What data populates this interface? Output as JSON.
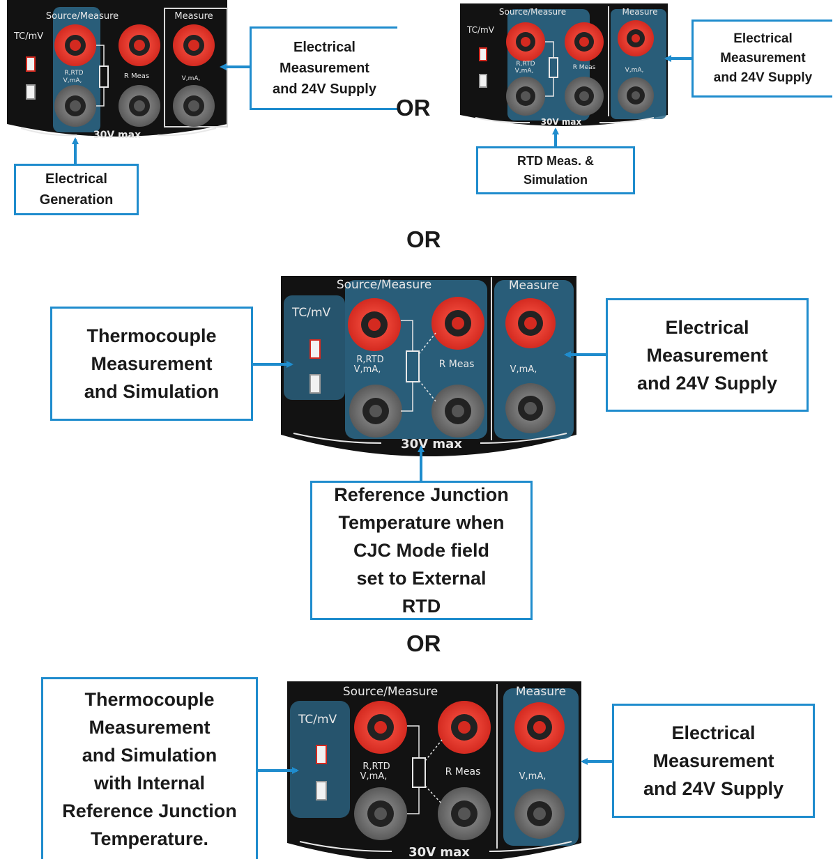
{
  "panel": {
    "source_measure": "Source/Measure",
    "measure": "Measure",
    "tc_mv": "TC/mV",
    "r_rtd": "R,RTD",
    "v_ma": "V,mA,",
    "r_meas": "R Meas",
    "v_ma_measure": "V,mA,",
    "max_label": "30V max"
  },
  "or_label": "OR",
  "callouts": {
    "d1_measure": [
      "Electrical",
      "Measurement",
      "and 24V Supply"
    ],
    "d1_generation": [
      "Electrical",
      "Generation"
    ],
    "d2_measure": [
      "Electrical",
      "Measurement",
      "and 24V Supply"
    ],
    "d2_rtd": [
      "RTD Meas. &",
      "Simulation"
    ],
    "d3_tc": [
      "Thermocouple",
      "Measurement",
      "and Simulation"
    ],
    "d3_measure": [
      "Electrical",
      "Measurement",
      "and 24V Supply"
    ],
    "d3_ref": [
      "Reference Junction",
      "Temperature when",
      "CJC Mode field",
      "set to External",
      "RTD"
    ],
    "d4_tc": [
      "Thermocouple",
      "Measurement",
      "and Simulation",
      "with Internal",
      "Reference Junction",
      "Temperature."
    ],
    "d4_measure": [
      "Electrical",
      "Measurement",
      "and 24V Supply"
    ]
  },
  "colors": {
    "accent_blue": "#1f8ccd",
    "panel_black": "#111111",
    "terminal_red": "#e8332a",
    "terminal_gray": "#6b6b6b",
    "highlight": "#2f6f8f"
  }
}
